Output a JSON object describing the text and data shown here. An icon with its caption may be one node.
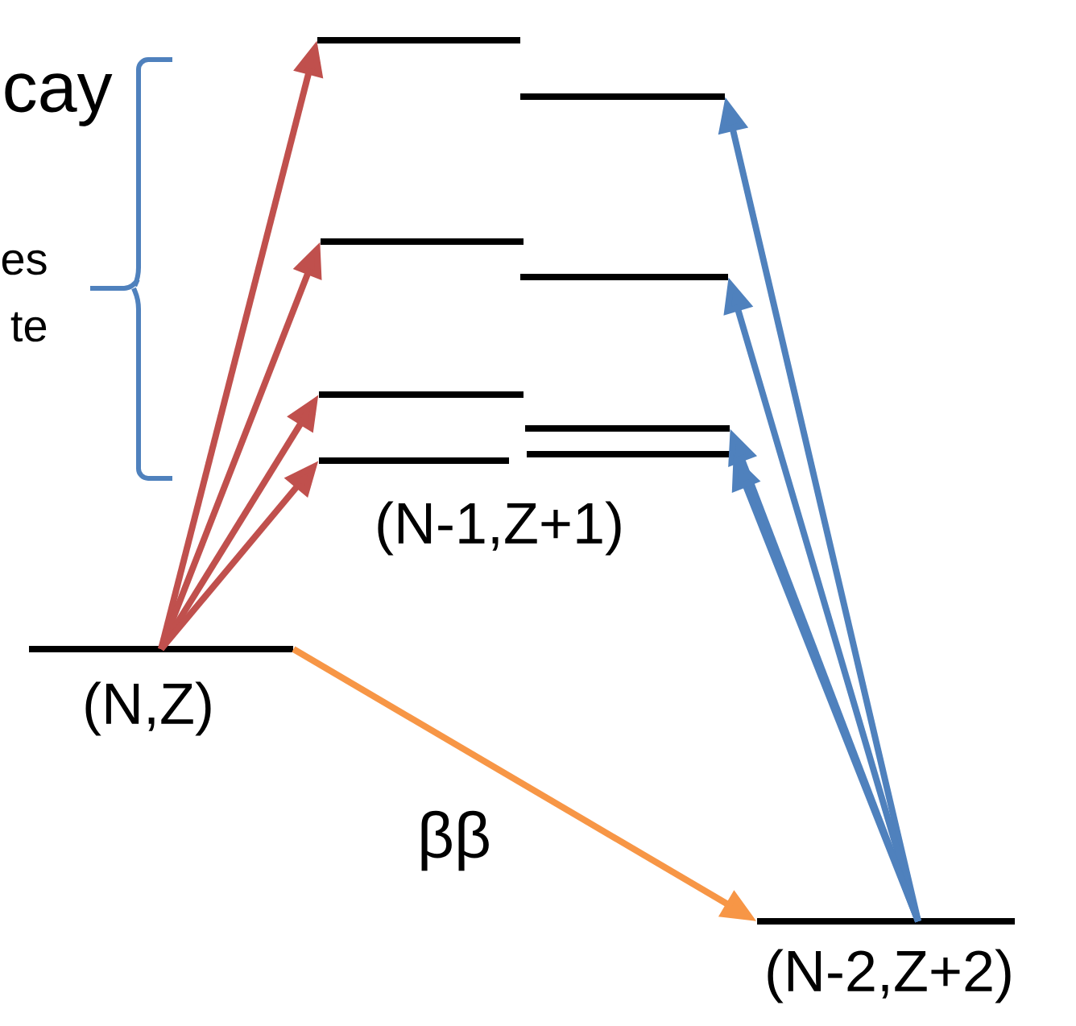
{
  "diagram": {
    "nodes": [
      {
        "text": [
          "(N,Z)"
        ]
      },
      {
        "text": [
          "(N-2,Z+2)"
        ]
      },
      {
        "text": [],
        "shape": "bar"
      },
      {
        "text": [],
        "shape": "bar"
      },
      {
        "text": [],
        "shape": "bar"
      },
      {
        "text": [],
        "shape": "bar"
      },
      {
        "text": [],
        "shape": "bar"
      },
      {
        "text": [],
        "shape": "bar"
      },
      {
        "text": [],
        "shape": "bar"
      },
      {
        "text": [],
        "shape": "bar"
      }
    ],
    "edges": [
      {
        "from": 0,
        "to": 2,
        "arrow": "to",
        "color": "#c0504d"
      },
      {
        "from": 0,
        "to": 3,
        "arrow": "to",
        "color": "#c0504d"
      },
      {
        "from": 0,
        "to": 4,
        "arrow": "to",
        "color": "#c0504d"
      },
      {
        "from": 0,
        "to": 5,
        "arrow": "to",
        "color": "#c0504d"
      },
      {
        "from": 1,
        "to": 6,
        "arrow": "to",
        "color": "#4f81bd"
      },
      {
        "from": 1,
        "to": 7,
        "arrow": "to",
        "color": "#4f81bd"
      },
      {
        "from": 1,
        "to": 8,
        "arrow": "to",
        "color": "#4f81bd"
      },
      {
        "from": 1,
        "to": 9,
        "arrow": "to",
        "color": "#4f81bd"
      },
      {
        "from": 0,
        "to": 1,
        "arrow": "to",
        "label": "ββ",
        "color": "#f79646"
      }
    ],
    "labels": [
      "cay",
      "es",
      "te",
      "(N-1,Z+1)"
    ]
  }
}
